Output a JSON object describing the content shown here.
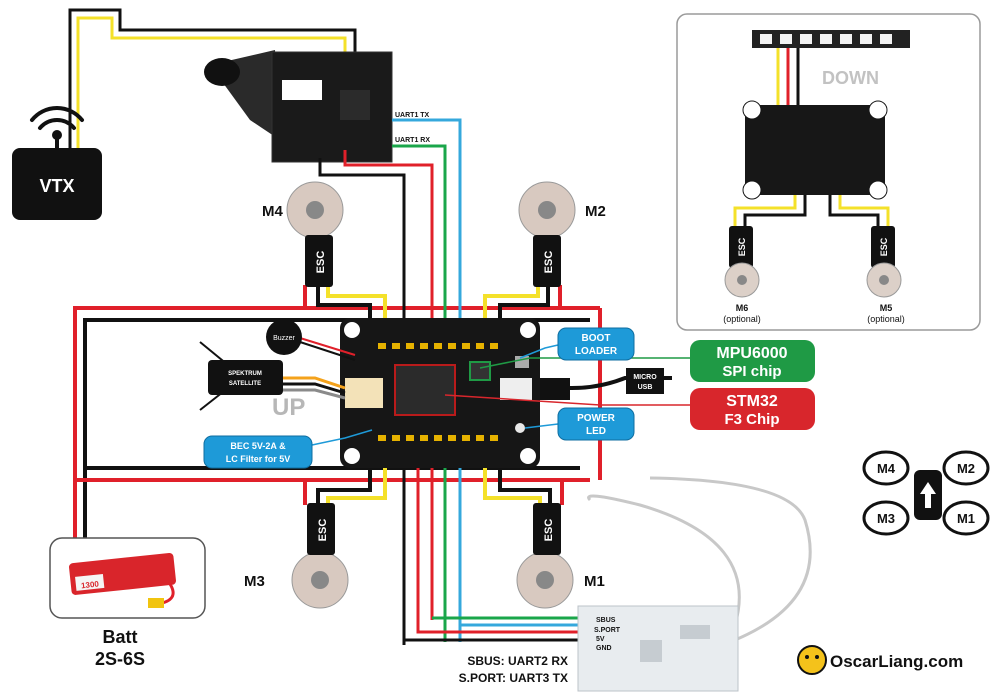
{
  "vtx": {
    "label": "VTX"
  },
  "camera": {
    "uart1_tx": "UART1 TX",
    "uart1_rx": "UART1 RX"
  },
  "motors": {
    "m1": "M1",
    "m2": "M2",
    "m3": "M3",
    "m4": "M4",
    "m5": "M5",
    "m6": "M6",
    "optional": "(optional)"
  },
  "esc_label": "ESC",
  "fc": {
    "up": "UP",
    "buzzer": "Buzzer",
    "spektrum_line1": "SPEKTRUM",
    "spektrum_line2": "SATELLITE",
    "micro_usb_line1": "MICRO",
    "micro_usb_line2": "USB"
  },
  "callouts": {
    "boot_loader_line1": "BOOT",
    "boot_loader_line2": "LOADER",
    "power_led_line1": "POWER",
    "power_led_line2": "LED",
    "bec_line1": "BEC 5V-2A &",
    "bec_line2": "LC Filter for 5V",
    "mpu_line1": "MPU6000",
    "mpu_line2": "SPI chip",
    "stm_line1": "STM32",
    "stm_line2": "F3 Chip"
  },
  "down": {
    "label": "DOWN"
  },
  "battery": {
    "line1": "Batt",
    "line2": "2S-6S",
    "capacity": "1300"
  },
  "receiver": {
    "pin1": "SBUS",
    "pin2": "S.PORT",
    "pin3": "5V",
    "pin4": "GND"
  },
  "bottom_text": {
    "line1": "SBUS: UART2 RX",
    "line2": "S.PORT: UART3 TX"
  },
  "watermark": "OscarLiang.com",
  "colors": {
    "red": "#e0202a",
    "black": "#111111",
    "yellow": "#f4e12a",
    "green": "#1aa64a",
    "blue": "#35a8dc",
    "callout_blue": "#1e9ad8",
    "mpu_green": "#1f9a45",
    "stm_red": "#d8262c"
  }
}
